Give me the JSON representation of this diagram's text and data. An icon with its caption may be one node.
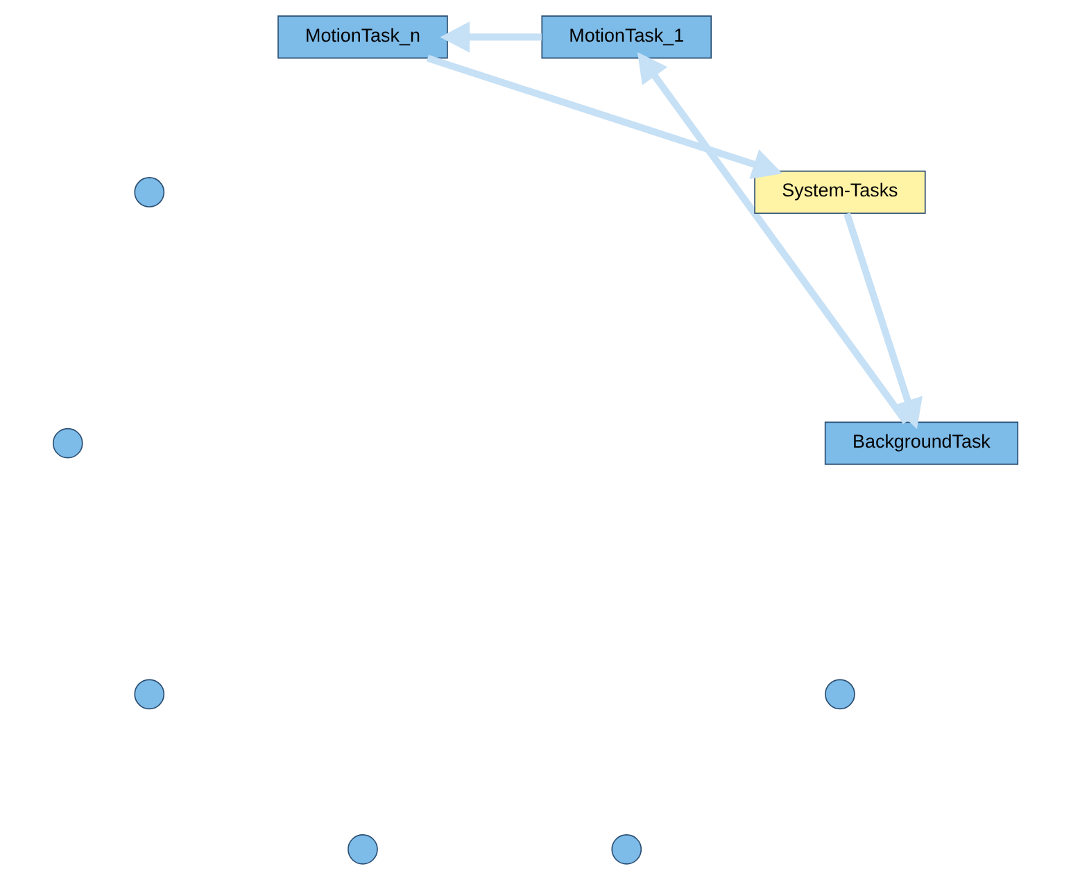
{
  "diagram": {
    "nodes": [
      {
        "text": [
          "BackgroundTask"
        ]
      },
      {
        "text": [
          "MotionTask_1"
        ]
      },
      {
        "text": [],
        "shape": "circle"
      },
      {
        "text": [],
        "shape": "circle"
      },
      {
        "text": [],
        "shape": "circle"
      },
      {
        "text": [],
        "shape": "circle"
      },
      {
        "text": [],
        "shape": "circle"
      },
      {
        "text": [],
        "shape": "circle"
      },
      {
        "text": [
          "MotionTask_n"
        ]
      },
      {
        "text": [
          "System-Tasks"
        ]
      }
    ],
    "edges": [
      {
        "from": 0,
        "to": 1,
        "arrow": "to"
      },
      {
        "from": 1,
        "to": 8,
        "arrow": "to"
      },
      {
        "from": 8,
        "to": 9,
        "arrow": "to"
      },
      {
        "from": 9,
        "to": 0,
        "arrow": "to"
      }
    ]
  }
}
